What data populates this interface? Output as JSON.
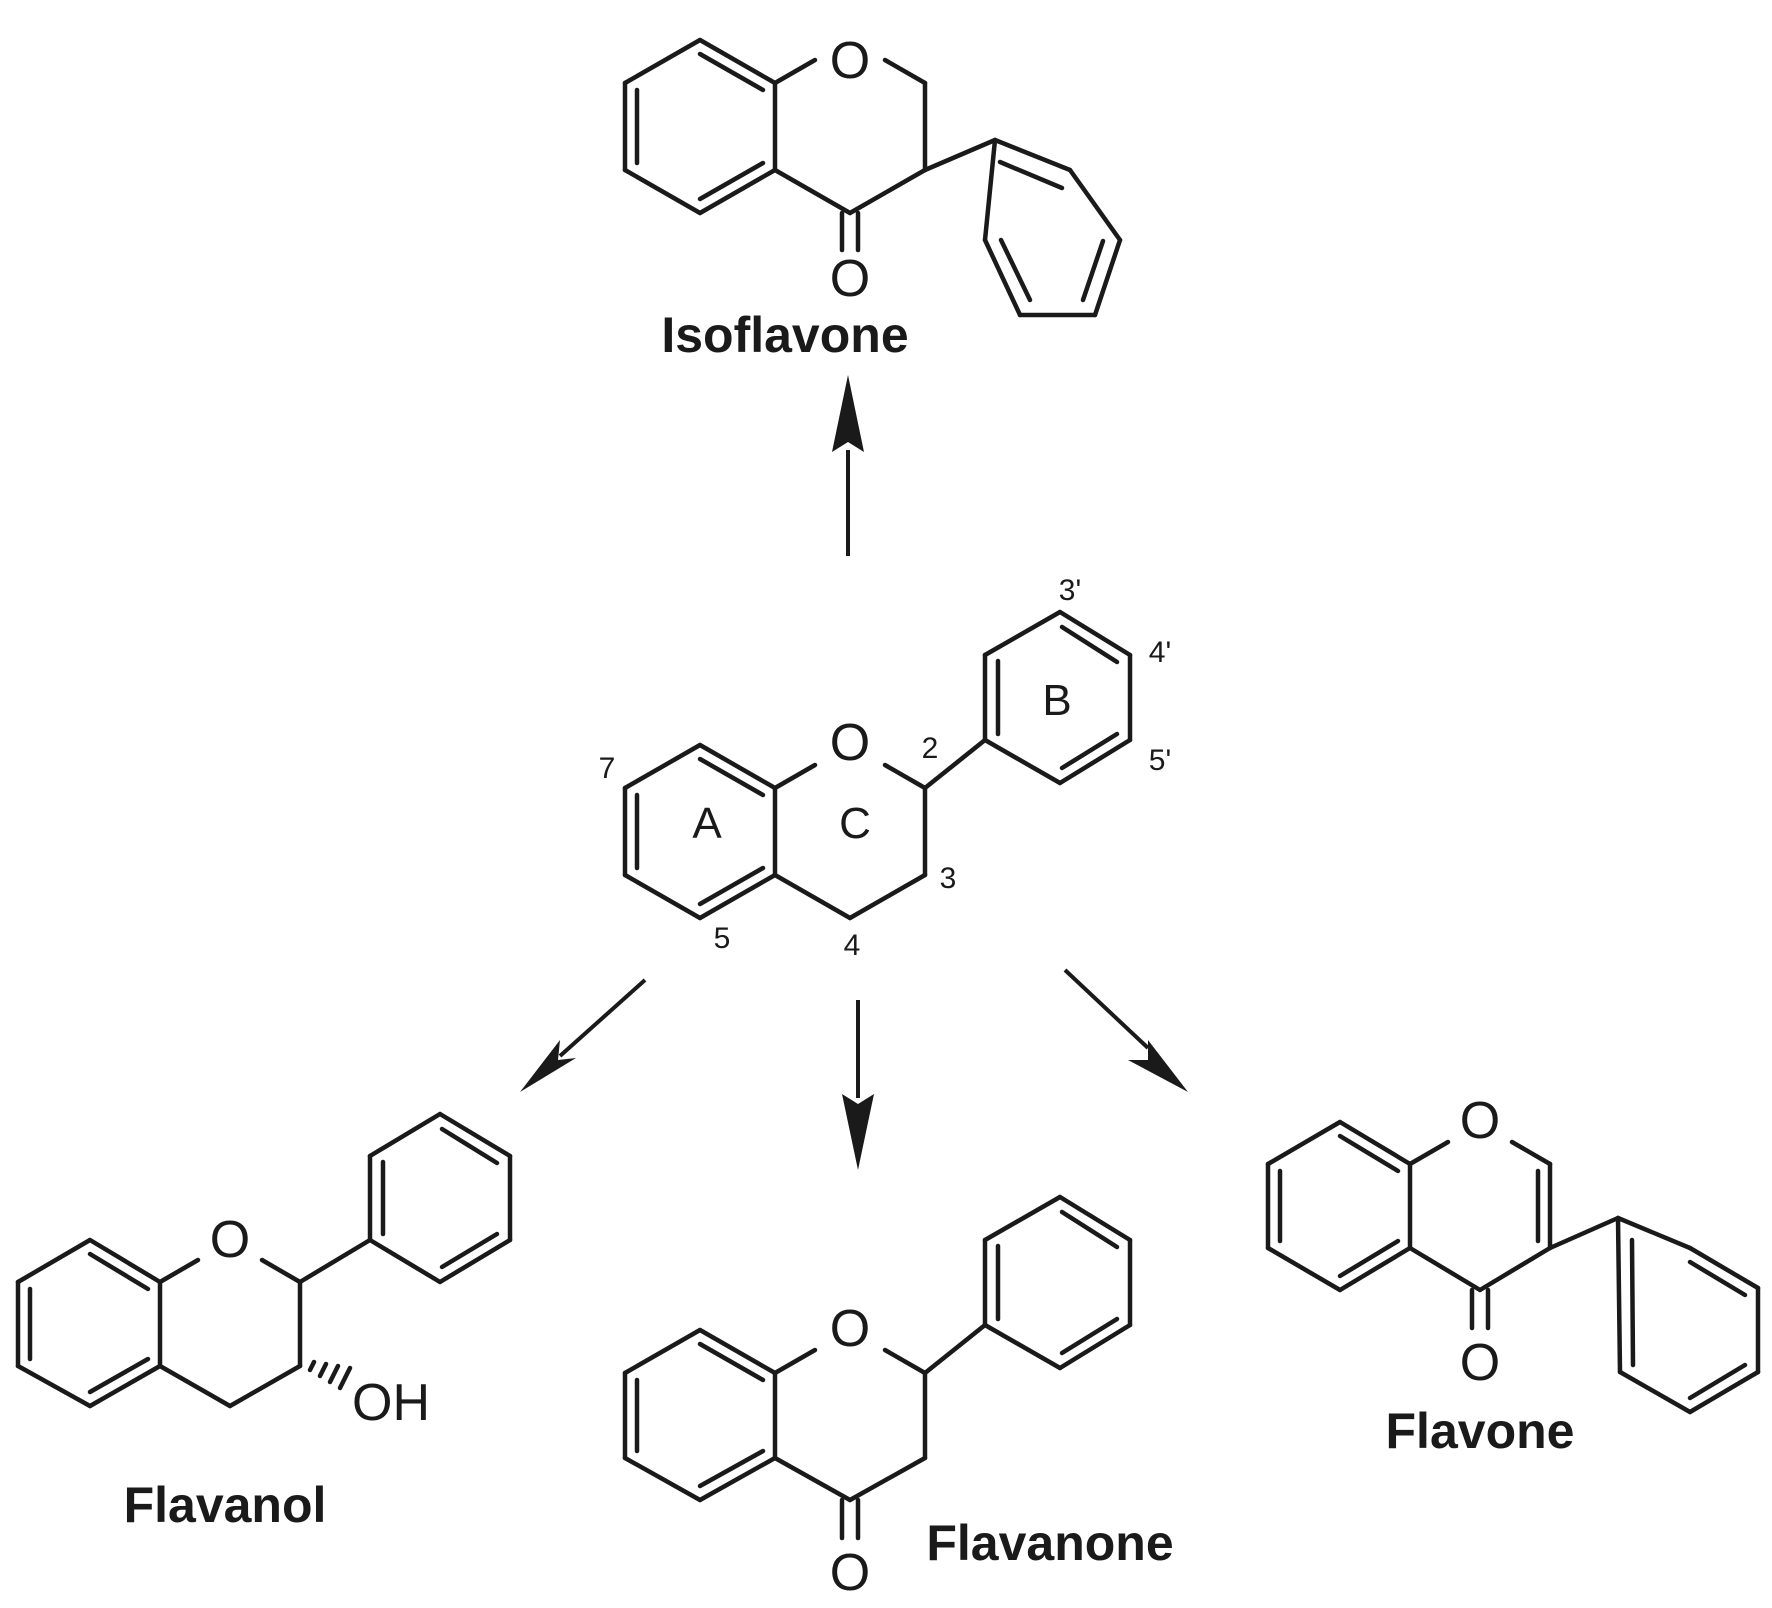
{
  "structures": {
    "isoflavone": {
      "name": "Isoflavone",
      "ring_o": "O",
      "carbonyl_o": "O"
    },
    "flavan": {
      "ring_o": "O",
      "ring_labels": {
        "a": "A",
        "b": "B",
        "c": "C"
      },
      "positions": {
        "p2": "2",
        "p3": "3",
        "p4": "4",
        "p5": "5",
        "p7": "7",
        "p3p": "3'",
        "p4p": "4'",
        "p5p": "5'"
      }
    },
    "flavanol": {
      "name": "Flavanol",
      "ring_o": "O",
      "hydroxyl": "OH"
    },
    "flavanone": {
      "name": "Flavanone",
      "ring_o": "O",
      "carbonyl_o": "O"
    },
    "flavone": {
      "name": "Flavone",
      "ring_o": "O",
      "carbonyl_o": "O"
    }
  }
}
